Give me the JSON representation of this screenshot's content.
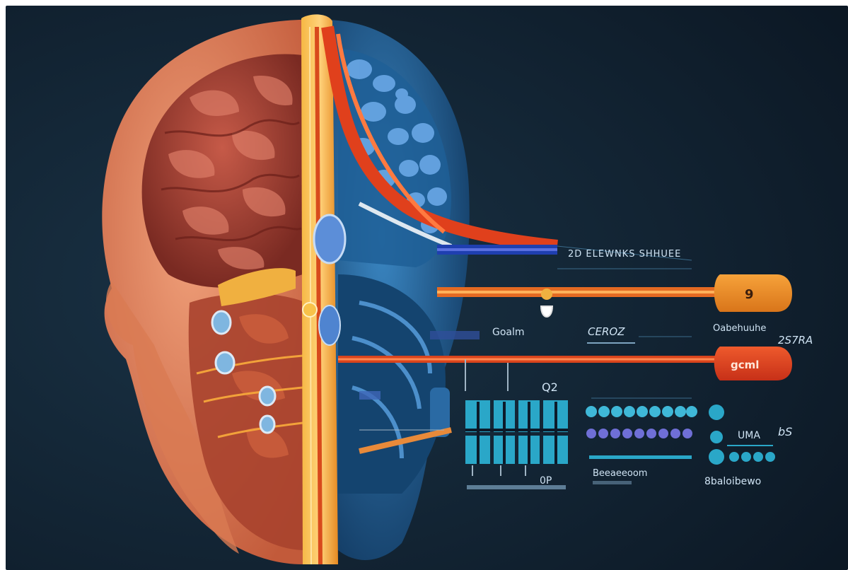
{
  "labels": {
    "top_label": "2D ELEWNKS SHHUEE",
    "pill_orange": "9",
    "pill_red": "gcml",
    "label_1": "Goalm",
    "label_2": "CEROZ",
    "label_3": "Oabehuuhe",
    "label_4": "2S7RA",
    "label_5": "Q2",
    "label_6": "Beeaeeoom",
    "label_7": "8baloibewo",
    "label_8": "UMA",
    "label_9": "bS",
    "label_10": "0P"
  },
  "colors": {
    "background": "#0d1b2a",
    "brain_left": "#b84a3c",
    "brain_right": "#2f6fa3",
    "spine": "#f0a030",
    "accent_red": "#d83a1e",
    "accent_blue": "#5b9fe0",
    "cyan_bars": "#2aa7c8"
  }
}
